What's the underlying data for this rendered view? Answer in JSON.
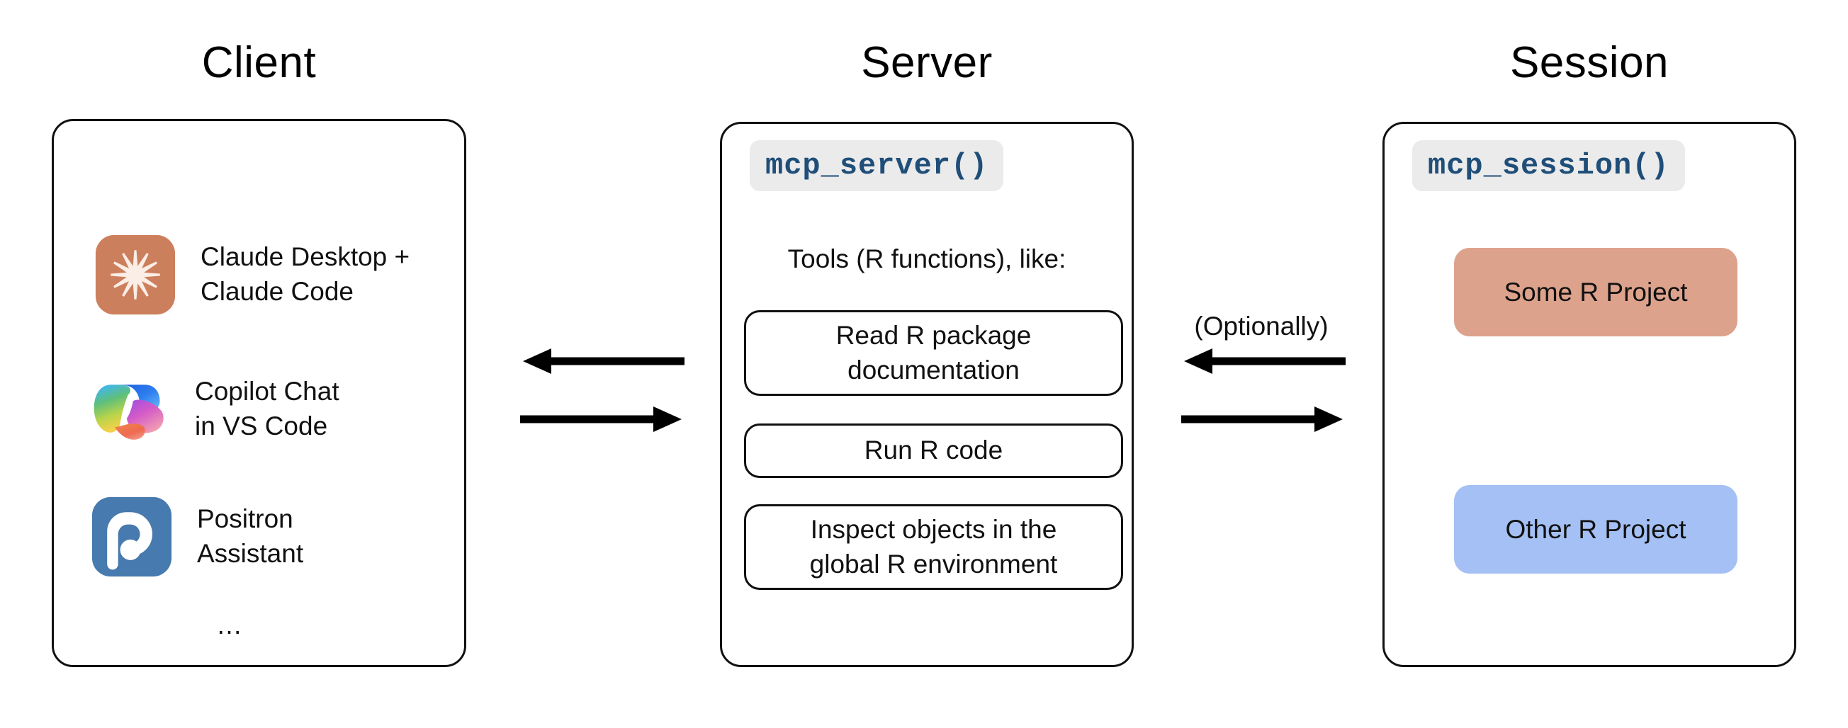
{
  "columns": {
    "client": {
      "title": "Client"
    },
    "server": {
      "title": "Server"
    },
    "session": {
      "title": "Session"
    }
  },
  "client": {
    "items": [
      {
        "icon": "claude-icon",
        "label": "Claude Desktop +\nClaude Code"
      },
      {
        "icon": "copilot-icon",
        "label": "Copilot Chat\nin VS Code"
      },
      {
        "icon": "positron-icon",
        "label": "Positron\nAssistant"
      }
    ],
    "more": "…"
  },
  "server": {
    "code_chip": "mcp_server()",
    "tools_caption": "Tools (R functions), like:",
    "tools": [
      "Read R package\ndocumentation",
      "Run R code",
      "Inspect objects in the\nglobal R environment"
    ]
  },
  "session": {
    "code_chip": "mcp_session()",
    "projects": [
      {
        "label": "Some R Project",
        "color": "#dda28c"
      },
      {
        "label": "Other R Project",
        "color": "#a4c0f4"
      }
    ]
  },
  "connectors": {
    "client_server": {
      "top_direction": "left",
      "bottom_direction": "right"
    },
    "server_session": {
      "note": "(Optionally)",
      "top_direction": "left",
      "bottom_direction": "right"
    }
  },
  "colors": {
    "code_text": "#1f4e79",
    "code_chip_bg": "#ebebeb",
    "stroke": "#111111",
    "claude_bg": "#cc7f5c",
    "claude_glyph": "#faeee6",
    "positron_bg": "#477aae",
    "positron_glyph": "#ffffff",
    "project_some": "#dda28c",
    "project_other": "#a4c0f4"
  }
}
